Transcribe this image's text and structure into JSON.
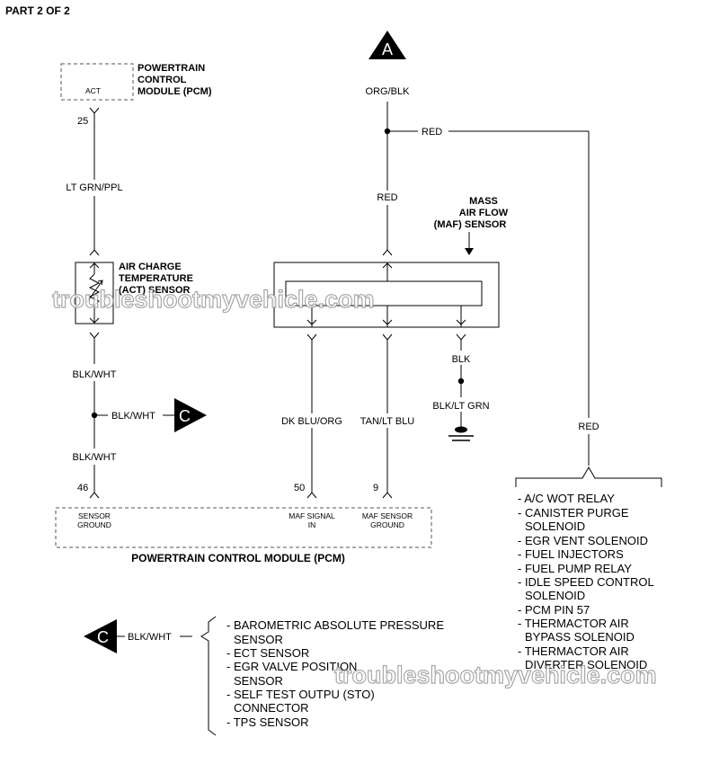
{
  "header": {
    "part": "PART 2 OF 2"
  },
  "pcm_top": {
    "title_lines": [
      "POWERTRAIN",
      "CONTROL",
      "MODULE (PCM)"
    ],
    "pin_name": "ACT",
    "pin_number": "25"
  },
  "act_circuit": {
    "wire_signal": "LT GRN/PPL",
    "wire_ground_upper": "BLK/WHT",
    "wire_ground_lower": "BLK/WHT"
  },
  "act_sensor": {
    "name_lines": [
      "AIR CHARGE",
      "TEMPERATURE",
      "(ACT) SENSOR"
    ]
  },
  "connector_c_top": {
    "letter": "C",
    "wire": "BLK/WHT"
  },
  "connector_a": {
    "letter": "A",
    "wire": "ORG/BLK"
  },
  "red_wires": {
    "branch": "RED",
    "to_maf": "RED",
    "down": "RED"
  },
  "maf_sensor": {
    "name_lines": [
      "MASS",
      "AIR FLOW",
      "(MAF) SENSOR"
    ]
  },
  "maf_circuits": {
    "signal_wire": "DK BLU/ORG",
    "ground_wire": "TAN/LT BLU",
    "ground_upper": "BLK",
    "ground_lower": "BLK/LT GRN"
  },
  "pcm_bottom": {
    "title": "POWERTRAIN CONTROL MODULE (PCM)",
    "pins": [
      {
        "number": "46",
        "label_lines": [
          "SENSOR",
          "GROUND"
        ]
      },
      {
        "number": "50",
        "label_lines": [
          "MAF SIGNAL",
          "IN"
        ]
      },
      {
        "number": "9",
        "label_lines": [
          "MAF SENSOR",
          "GROUND"
        ]
      }
    ]
  },
  "red_list": [
    "- A/C WOT RELAY",
    "- CANISTER PURGE",
    "  SOLENOID",
    "- EGR VENT SOLENOID",
    "- FUEL INJECTORS",
    "- FUEL PUMP RELAY",
    "- IDLE SPEED CONTROL",
    "  SOLENOID",
    "- PCM PIN 57",
    "- THERMACTOR AIR",
    "  BYPASS SOLENOID",
    "- THERMACTOR AIR",
    "  DIVERTER SOLENOID"
  ],
  "connector_c_bottom": {
    "letter": "C",
    "wire": "BLK/WHT"
  },
  "c_list": [
    "- BAROMETRIC ABSOLUTE PRESSURE",
    "  SENSOR",
    "- ECT SENSOR",
    "- EGR VALVE POSITION",
    "  SENSOR",
    "- SELF TEST OUTPU (STO)",
    "  CONNECTOR",
    "- TPS SENSOR"
  ],
  "watermark": "troubleshootmyvehicle.com"
}
